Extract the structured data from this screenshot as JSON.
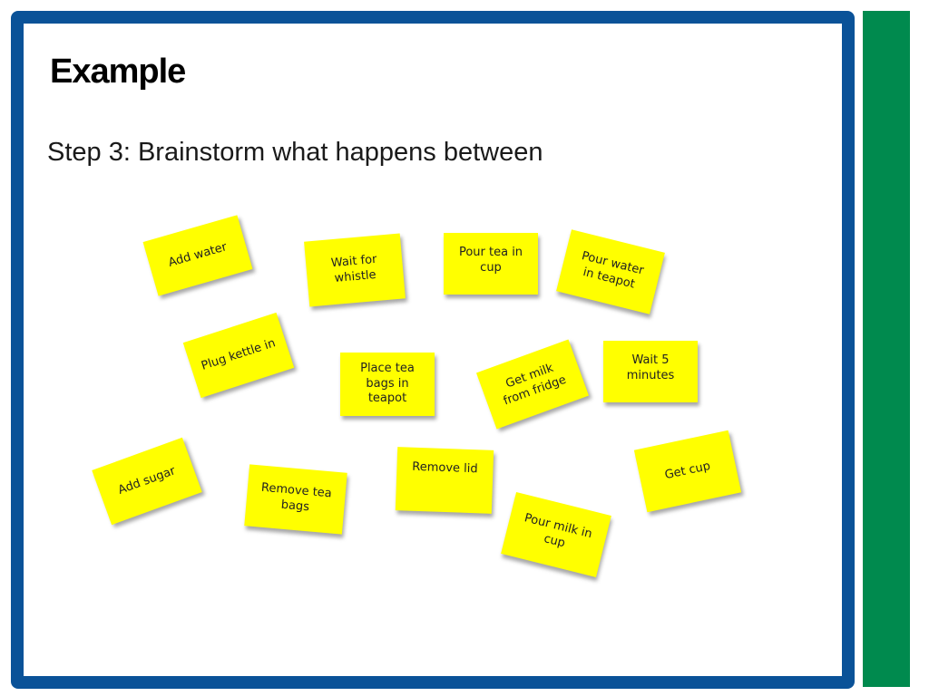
{
  "colors": {
    "frame": "#0a5298",
    "side_bar": "#008a4e",
    "note": "#ffff00"
  },
  "slide": {
    "title": "Example",
    "subtitle": "Step 3: Brainstorm what happens between"
  },
  "notes": [
    {
      "text": "Add water"
    },
    {
      "text": "Wait for whistle"
    },
    {
      "text": "Pour tea in cup"
    },
    {
      "text": "Pour water in teapot"
    },
    {
      "text": "Plug kettle in"
    },
    {
      "text": "Place tea bags in teapot"
    },
    {
      "text": "Get milk from fridge"
    },
    {
      "text": "Wait 5 minutes"
    },
    {
      "text": "Add sugar"
    },
    {
      "text": "Remove tea bags"
    },
    {
      "text": "Remove lid"
    },
    {
      "text": "Get cup"
    },
    {
      "text": "Pour milk in cup"
    }
  ]
}
